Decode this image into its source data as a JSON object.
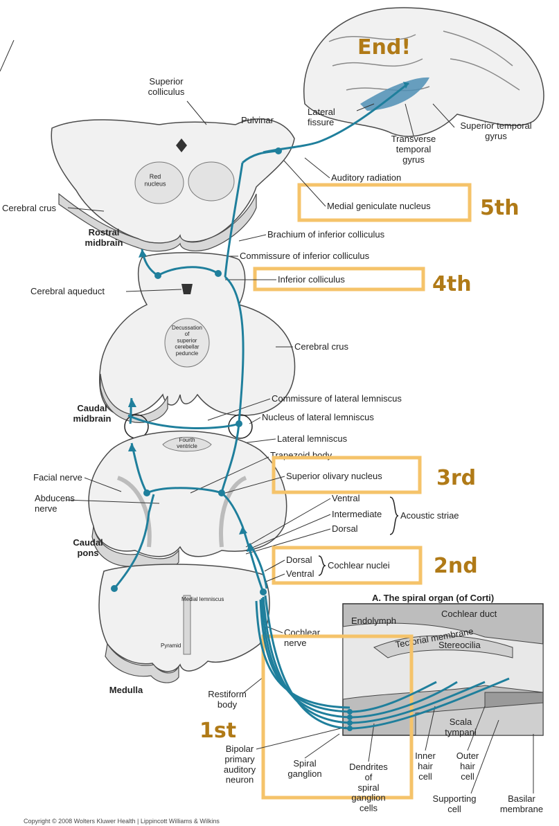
{
  "steps": {
    "end": "End!",
    "fifth": "5th",
    "fourth": "4th",
    "third": "3rd",
    "second": "2nd",
    "first": "1st"
  },
  "brain": {
    "lateral_fissure": "Lateral\nfissure",
    "superior_temporal_gyrus": "Superior temporal\ngyrus",
    "transverse_temporal_gyrus": "Transverse\ntemporal\ngyrus"
  },
  "midbrain_rostral": {
    "superior_colliculus": "Superior\ncolliculus",
    "pulvinar": "Pulvinar",
    "red_nucleus": "Red\nnucleus",
    "auditory_radiation": "Auditory radiation",
    "medial_geniculate_nucleus": "Medial geniculate nucleus",
    "cerebral_crus": "Cerebral crus",
    "section_label": "Rostral\nmidbrain",
    "brachium_inferior_colliculus": "Brachium of inferior colliculus",
    "commissure_inferior_colliculus": "Commissure of inferior colliculus"
  },
  "midbrain_caudal": {
    "inferior_colliculus": "Inferior colliculus",
    "cerebral_aqueduct": "Cerebral aqueduct",
    "decussation": "Decussation\nof\nsuperior\ncerebellar\npeduncle",
    "cerebral_crus": "Cerebral crus",
    "section_label": "Caudal\nmidbrain",
    "commissure_lateral_lemniscus": "Commissure of lateral lemniscus",
    "nucleus_lateral_lemniscus": "Nucleus of lateral lemniscus",
    "lateral_lemniscus": "Lateral lemniscus"
  },
  "pons": {
    "fourth_ventricle": "Fourth\nventricle",
    "trapezoid_body": "Trapezoid body",
    "facial_nerve": "Facial nerve",
    "superior_olivary_nucleus": "Superior olivary nucleus",
    "abducens_nerve": "Abducens\nnerve",
    "ventral": "Ventral",
    "intermediate": "Intermediate",
    "dorsal": "Dorsal",
    "acoustic_striae": "Acoustic striae",
    "section_label": "Caudal\npons"
  },
  "medulla": {
    "cochlear_dorsal": "Dorsal",
    "cochlear_ventral": "Ventral",
    "cochlear_nuclei": "Cochlear nuclei",
    "medial_lemniscus": "Medial lemniscus",
    "pyramid": "Pyramid",
    "section_label": "Medulla",
    "cochlear_nerve": "Cochlear\nnerve",
    "restiform_body": "Restiform\nbody"
  },
  "corti": {
    "title": "A. The spiral organ (of Corti)",
    "endolymph": "Endolymph",
    "cochlear_duct": "Cochlear duct",
    "tectorial_membrane": "Tectorial membrane",
    "stereocilia": "Stereocilia",
    "scala_tympani": "Scala\ntympani",
    "bipolar_neuron": "Bipolar\nprimary\nauditory\nneuron",
    "spiral_ganglion": "Spiral\nganglion",
    "dendrites": "Dendrites\nof\nspiral\nganglion\ncells",
    "inner_hair_cell": "Inner\nhair\ncell",
    "outer_hair_cell": "Outer\nhair\ncell",
    "supporting_cell": "Supporting\ncell",
    "basilar_membrane": "Basilar\nmembrane"
  },
  "copyright": "Copyright © 2008 Wolters Kluwer Health | Lippincott Williams & Wilkins",
  "colors": {
    "pathway": "#1f7f9c",
    "highlight": "#f5c36a",
    "step_text": "#b07a17",
    "cortex_fill": "#4f8fb5"
  }
}
